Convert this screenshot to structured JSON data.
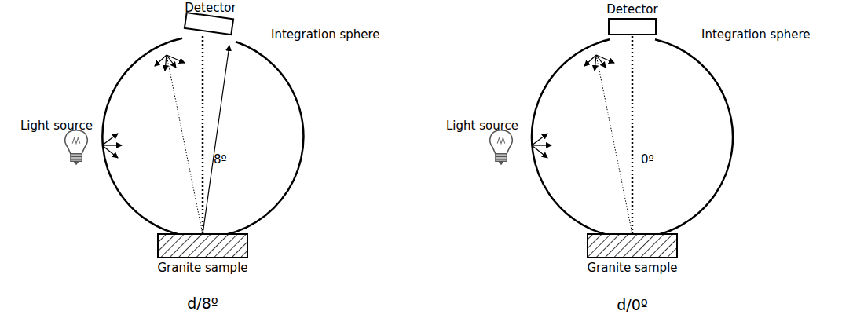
{
  "diagram": {
    "labels": [
      "Detector",
      "Integration sphere",
      "Light source",
      "8º",
      "Granite sample",
      "d/8º",
      "Detector",
      "Integration sphere",
      "Light source",
      "0º",
      "Granite sample",
      "d/0º"
    ]
  }
}
